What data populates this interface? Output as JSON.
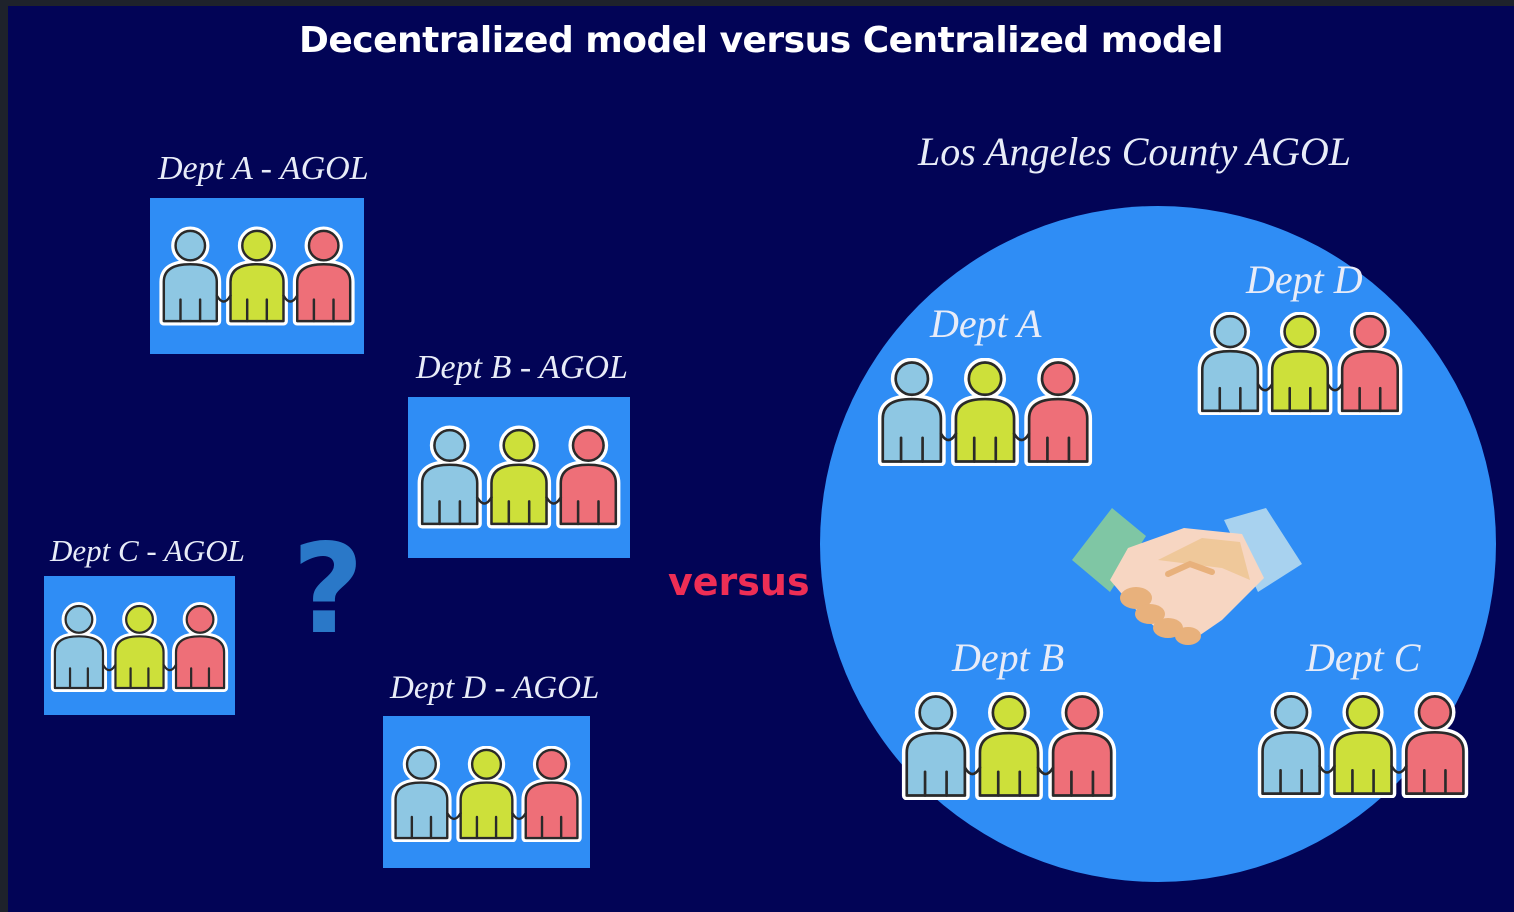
{
  "title": "Decentralized model versus Centralized model",
  "decentralized": {
    "dept_a": "Dept A - AGOL",
    "dept_b": "Dept B - AGOL",
    "dept_c": "Dept C - AGOL",
    "dept_d": "Dept D - AGOL",
    "question_mark": "?"
  },
  "versus": "versus",
  "centralized": {
    "title": "Los Angeles County AGOL",
    "dept_a": "Dept A",
    "dept_b": "Dept B",
    "dept_c": "Dept C",
    "dept_d": "Dept D"
  },
  "colors": {
    "background": "#020456",
    "box_blue": "#2f8df5",
    "person_blue": "#8ec7e3",
    "person_green": "#cde03a",
    "person_red": "#ee6f78",
    "versus_red": "#ee2e55",
    "question_blue": "#2a78c8"
  },
  "icons": [
    "people-group-icon",
    "handshake-icon"
  ]
}
